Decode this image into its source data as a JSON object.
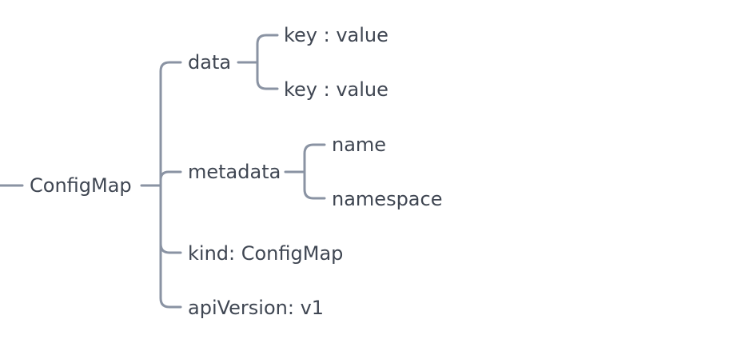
{
  "colors": {
    "line": "#8a93a3",
    "text": "#3f4652",
    "background": "#ffffff"
  },
  "root": {
    "label": "ConfigMap",
    "children": [
      {
        "label": "data",
        "children": [
          {
            "label": "key : value"
          },
          {
            "label": "key : value"
          }
        ]
      },
      {
        "label": "metadata",
        "children": [
          {
            "label": "name"
          },
          {
            "label": "namespace"
          }
        ]
      },
      {
        "label": "kind: ConfigMap"
      },
      {
        "label": "apiVersion: v1"
      }
    ]
  }
}
